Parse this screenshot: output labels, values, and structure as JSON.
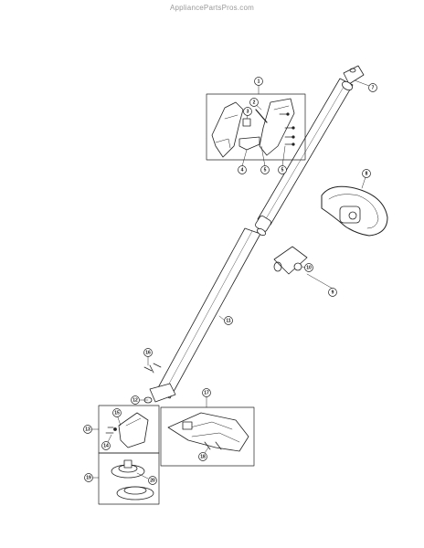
{
  "watermark": "AppliancePartsPros.com",
  "callouts": [
    {
      "id": "c1",
      "label": "1"
    },
    {
      "id": "c2",
      "label": "2"
    },
    {
      "id": "c3",
      "label": "3"
    },
    {
      "id": "c4",
      "label": "4"
    },
    {
      "id": "c5a",
      "label": "5"
    },
    {
      "id": "c5b",
      "label": "5"
    },
    {
      "id": "c7",
      "label": "7"
    },
    {
      "id": "c8",
      "label": "8"
    },
    {
      "id": "c9",
      "label": "9"
    },
    {
      "id": "c10",
      "label": "10"
    },
    {
      "id": "c11",
      "label": "11"
    },
    {
      "id": "c12",
      "label": "12"
    },
    {
      "id": "c13",
      "label": "13"
    },
    {
      "id": "c14",
      "label": "14"
    },
    {
      "id": "c15",
      "label": "15"
    },
    {
      "id": "c16",
      "label": "16"
    },
    {
      "id": "c17",
      "label": "17"
    },
    {
      "id": "c18",
      "label": "18"
    },
    {
      "id": "c19",
      "label": "19"
    },
    {
      "id": "c20",
      "label": "20"
    }
  ]
}
